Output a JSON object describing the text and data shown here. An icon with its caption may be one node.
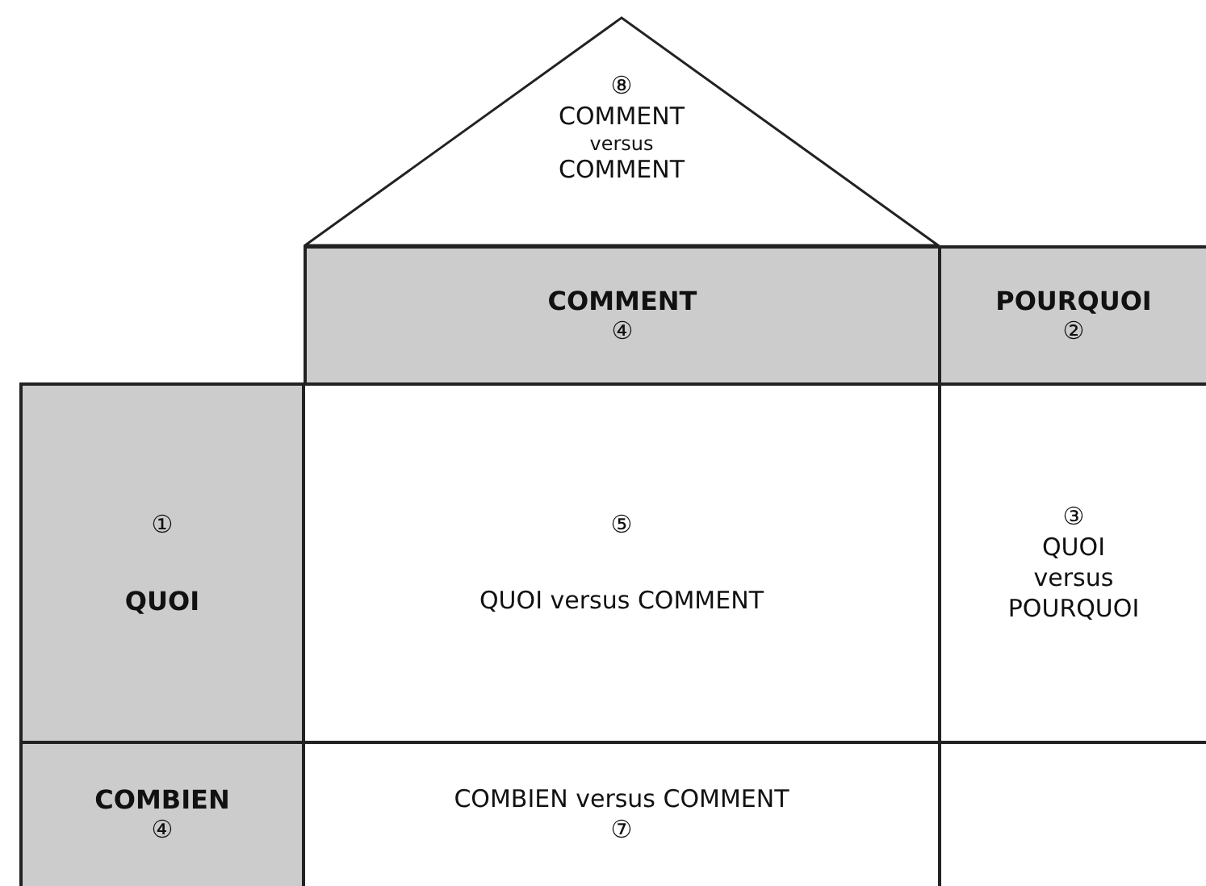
{
  "diagram": {
    "nodes": [
      {
        "text": [
          "⑧",
          "COMMENT",
          "versus",
          "COMMENT"
        ]
      },
      {
        "text": [
          "COMMENT",
          "④"
        ]
      },
      {
        "text": [
          "POURQUOI",
          "②"
        ]
      },
      {
        "text": [
          "①",
          "QUOI"
        ]
      },
      {
        "text": [
          "⑤",
          "QUOI versus COMMENT"
        ]
      },
      {
        "text": [
          "③",
          "QUOI",
          "versus",
          "POURQUOI"
        ]
      },
      {
        "text": [
          "COMBIEN",
          "④"
        ]
      },
      {
        "text": [
          "COMBIEN versus COMMENT",
          "⑦"
        ]
      }
    ]
  }
}
